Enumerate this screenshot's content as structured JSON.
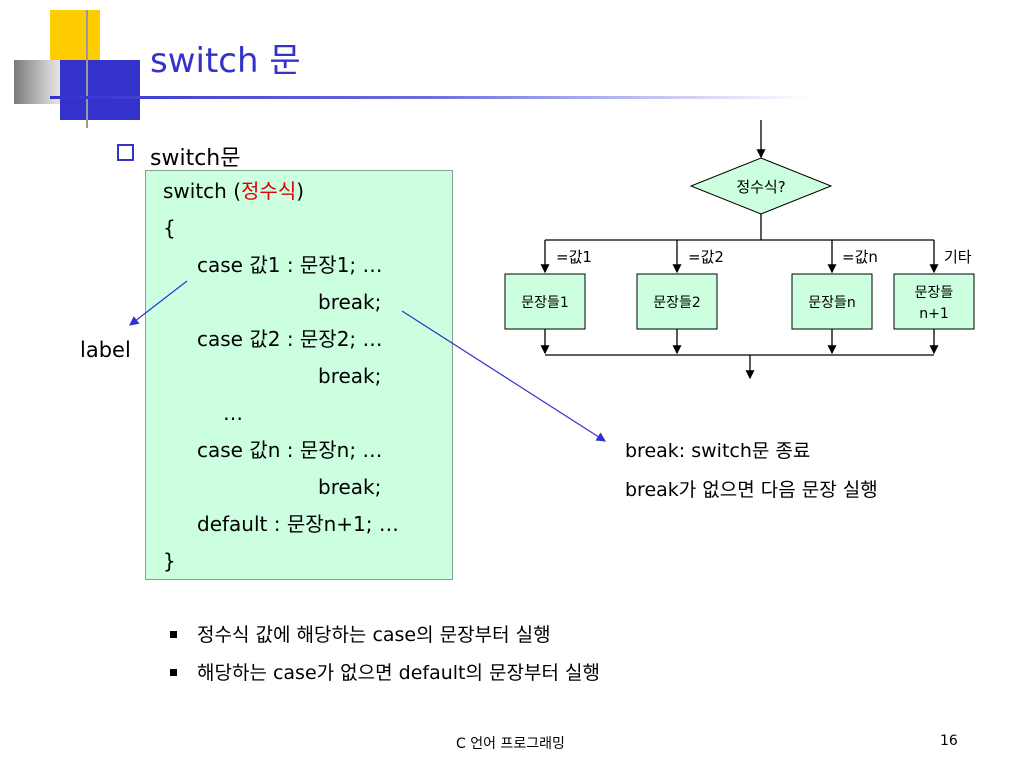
{
  "slide": {
    "title": "switch 문",
    "heading": "switch문",
    "accent_color": "#3333cc",
    "code_bg": "#ccffe0",
    "keyword_color": "#dd0000"
  },
  "code": {
    "line1_prefix": "switch (",
    "line1_keyword": "정수식",
    "line1_suffix": ")",
    "open_brace": "{",
    "case1": "case 값1 : 문장1; …",
    "break1": "break;",
    "case2": "case 값2 : 문장2; …",
    "break2": "break;",
    "ellipsis": "…",
    "casen": "case 값n : 문장n; …",
    "breakn": "break;",
    "default_line": "default : 문장n+1; …",
    "close_brace": "}"
  },
  "annotations": {
    "label": "label",
    "break_note_1": "break: switch문 종료",
    "break_note_2": "break가 없으면 다음 문장 실행"
  },
  "flowchart": {
    "condition": "정수식?",
    "branches": [
      {
        "label": "=값1",
        "box": "문장들1"
      },
      {
        "label": "=값2",
        "box": "문장들2"
      },
      {
        "label": "=값n",
        "box": "문장들n"
      },
      {
        "label": "기타",
        "box_line1": "문장들",
        "box_line2": "n+1"
      }
    ]
  },
  "bullets": [
    "정수식 값에 해당하는 case의 문장부터 실행",
    "해당하는 case가 없으면 default의 문장부터 실행"
  ],
  "footer": {
    "course": "C 언어 프로그래밍",
    "page": "16"
  }
}
